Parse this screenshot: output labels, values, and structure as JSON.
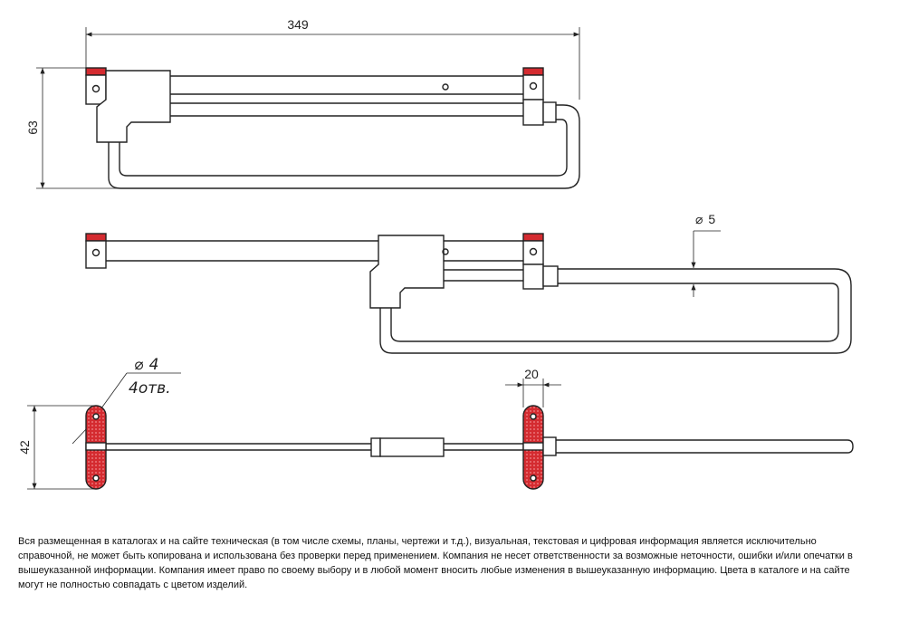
{
  "dimensions": {
    "overall_length": "349",
    "height_view1": "63",
    "rod_diameter": "5",
    "bracket_width": "20",
    "height_view3": "42",
    "hole_diameter": "4",
    "hole_count": "4отв."
  },
  "disclaimer": {
    "text": "Вся размещенная в каталогах и на сайте техническая (в том числе схемы, планы, чертежи и т.д.), визуальная, текстовая и цифровая информация является исключительно справочной, не может быть копирована и использована без проверки перед применением. Компания не несет ответственности за возможные неточности, ошибки и/или опечатки в вышеуказанной информации. Компания имеет право по своему выбору и в любой момент вносить любые изменения в вышеуказанную информацию. Цвета в каталоге и на сайте могут не полностью совпадать с цветом изделий."
  },
  "colors": {
    "line": "#222222",
    "accent_red": "#d42b30",
    "background": "#ffffff"
  }
}
